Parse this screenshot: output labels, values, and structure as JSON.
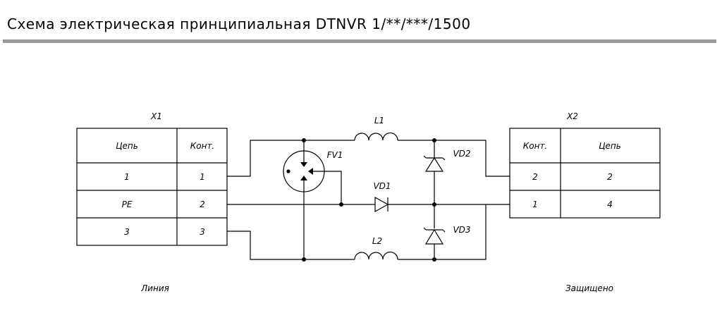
{
  "title": "Схема электрическая принципиальная DTNVR 1/**/***/1500",
  "x1": {
    "label": "X1",
    "headers": {
      "circuit": "Цепь",
      "contact": "Конт."
    },
    "rows": [
      {
        "circuit": "1",
        "contact": "1"
      },
      {
        "circuit": "PE",
        "contact": "2"
      },
      {
        "circuit": "3",
        "contact": "3"
      }
    ],
    "caption": "Линия"
  },
  "x2": {
    "label": "X2",
    "headers": {
      "contact": "Конт.",
      "circuit": "Цепь"
    },
    "rows": [
      {
        "contact": "2",
        "circuit": "2"
      },
      {
        "contact": "1",
        "circuit": "4"
      }
    ],
    "caption": "Защищено"
  },
  "components": {
    "l1": "L1",
    "l2": "L2",
    "fv1": "FV1",
    "vd1": "VD1",
    "vd2": "VD2",
    "vd3": "VD3"
  }
}
